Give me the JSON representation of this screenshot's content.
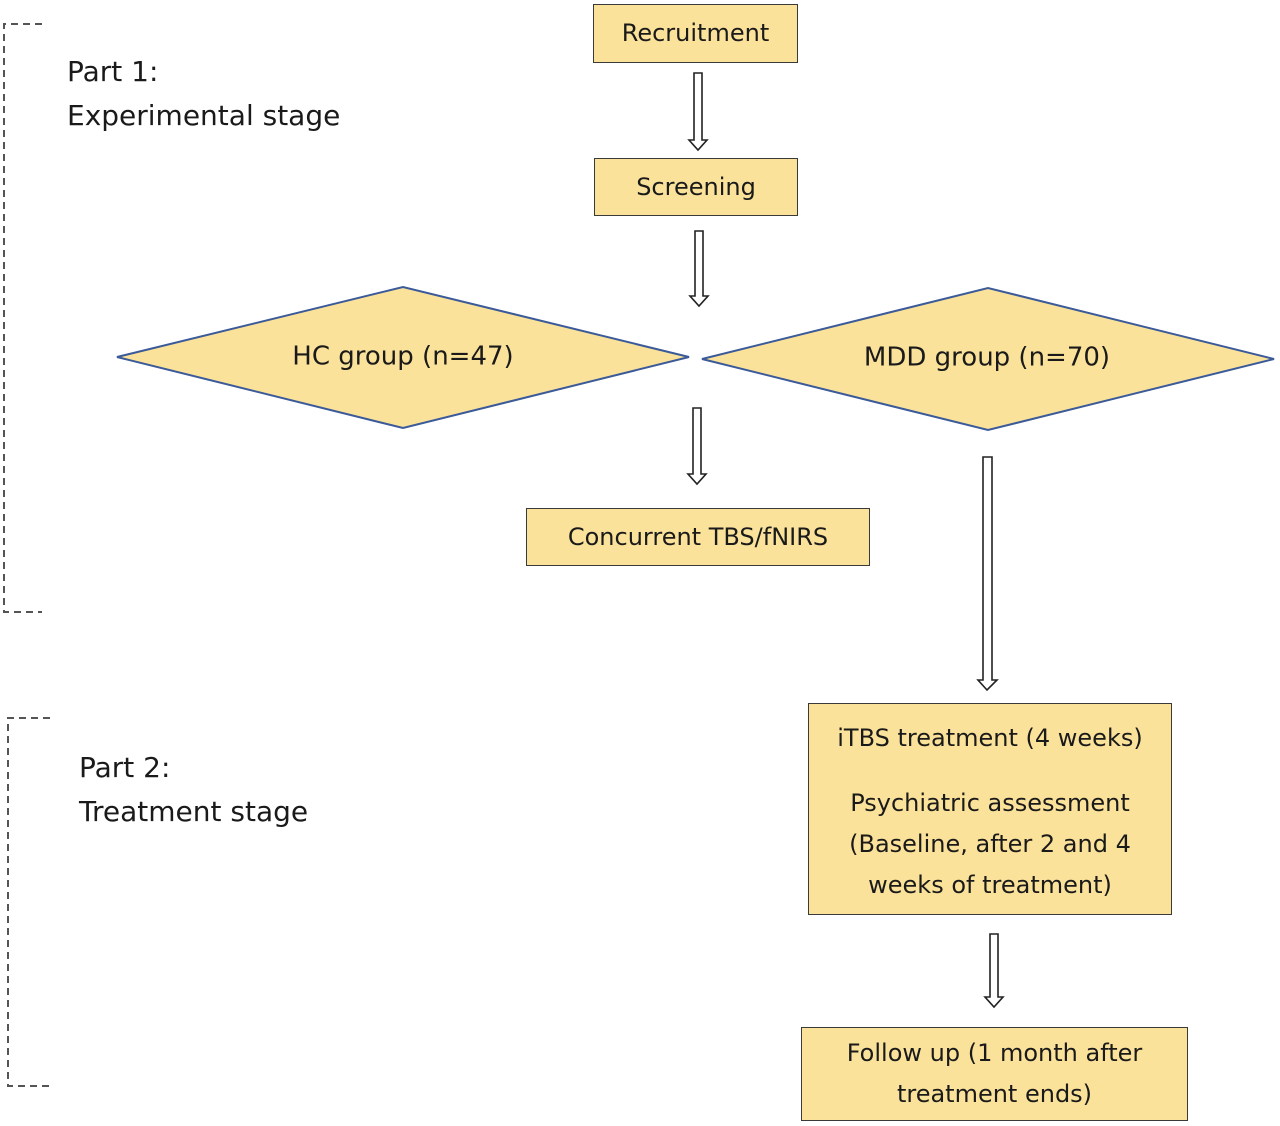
{
  "stages": [
    {
      "part": "Part 1:",
      "name": "Experimental stage"
    },
    {
      "part": "Part 2:",
      "name": "Treatment stage"
    }
  ],
  "nodes": {
    "recruitment": "Recruitment",
    "screening": "Screening",
    "hc_group": "HC group (n=47)",
    "mdd_group": "MDD group (n=70)",
    "concurrent": "Concurrent TBS/fNIRS",
    "itbs_treatment": "iTBS treatment (4 weeks)",
    "psych_line1": "Psychiatric assessment",
    "psych_line2": "(Baseline, after 2 and 4",
    "psych_line3": "weeks of treatment)",
    "followup_line1": "Follow up (1 month after",
    "followup_line2": "treatment ends)"
  },
  "colors": {
    "box_fill": "#fbe29a",
    "box_stroke": "#3a3a3a",
    "diamond_stroke": "#3b5a99",
    "bracket": "#555555"
  }
}
